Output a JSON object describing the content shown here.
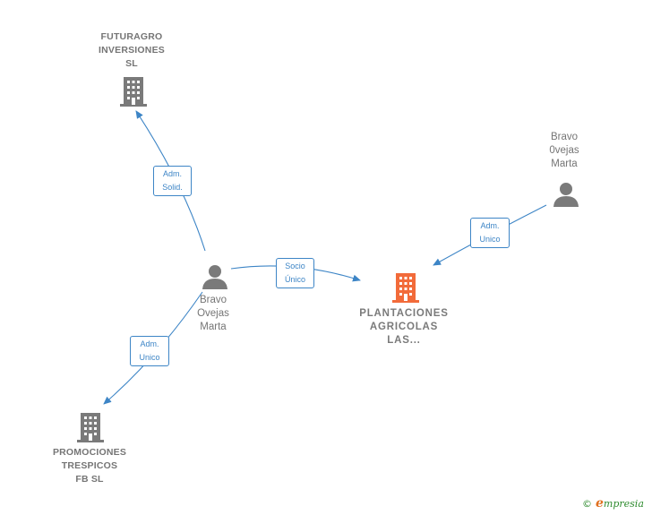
{
  "nodes": {
    "futuragro": {
      "label": "FUTURAGRO\nINVERSIONES\nSL"
    },
    "promociones": {
      "label": "PROMOCIONES\nTRESPICOS\nFB  SL"
    },
    "plantaciones": {
      "label": "PLANTACIONES\nAGRICOLAS\nLAS..."
    },
    "bravo_center": {
      "label": "Bravo\nOvejas\nMarta"
    },
    "bravo_right": {
      "label": "Bravo\n0vejas\nMarta"
    }
  },
  "relations": {
    "adm_solid": "Adm.\nSolid.",
    "adm_unico_left": "Adm.\nUnico",
    "socio_unico": "Socio\nÚnico",
    "adm_unico_right": "Adm.\nUnico"
  },
  "brand": {
    "symbol": "©",
    "name": "mpresia",
    "initial": "e"
  },
  "colors": {
    "edge": "#3d85c6",
    "icon_gray": "#7a7a7a",
    "icon_main": "#f26b3a"
  }
}
